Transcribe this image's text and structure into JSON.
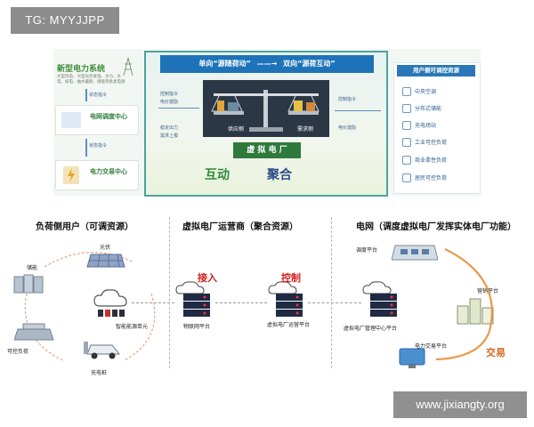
{
  "watermark_tl": "TG: MYYJJPP",
  "watermark_br": "www.jixiangty.org",
  "top": {
    "left_title": "新型电力系统",
    "left_sub": "大型风电、大型光伏发电、水力、水电、核电、抽水蓄能、储能等各类电源",
    "status_cmd_1": "状态指令",
    "grid_dispatch": "电网调度中心",
    "status_cmd_2": "状态指令",
    "trade_center": "电力交易中心",
    "banner_left": "单向“源随荷动”",
    "banner_right": "双向“源荷互动”",
    "ctrl_cmd": "控制指令",
    "elec_price": "电价激励",
    "stable_out": "稳定出力",
    "demand_up": "需求上报",
    "ctrl_cmd_r": "控制指令",
    "elec_price_r": "电价激励",
    "supply_side": "供应侧",
    "demand_side": "需求侧",
    "vpp": "虚 拟 电 厂",
    "interact": "互动",
    "aggregate": "聚合",
    "right_head": "用户侧可调控资源",
    "right_items": [
      "中央空调",
      "分布式储能",
      "充电场站",
      "工业可控负荷",
      "商业柔性负荷",
      "居民可控负荷"
    ]
  },
  "bottom": {
    "title_left": "负荷侧用户（可调资源）",
    "title_mid": "虚拟电厂运营商（聚合资源）",
    "title_right": "电网（调度虚拟电厂发挥实体电厂功能）",
    "pv": "光伏",
    "storage": "储能",
    "controllable_load": "可控负荷",
    "charging_pile": "充电桩",
    "smart_unit": "智能能源单元",
    "iot_platform": "物联网平台",
    "vpp_platform": "虚拟电厂运营平台",
    "vpp_mgmt": "虚拟电厂管理中心平台",
    "dispatch_platform": "调度平台",
    "marketing_platform": "营销平台",
    "trade_platform": "电力交易平台",
    "access": "接入",
    "control": "控制",
    "trade": "交易"
  }
}
